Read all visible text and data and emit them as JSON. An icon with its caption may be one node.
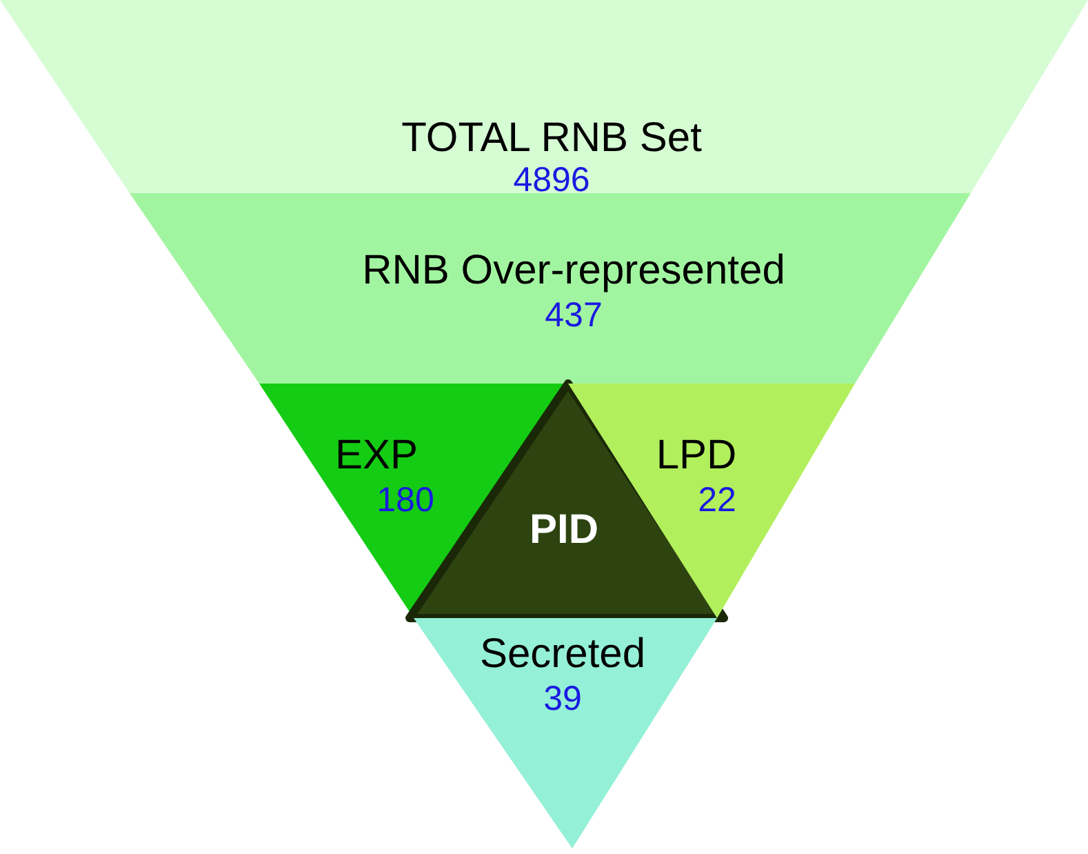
{
  "diagram": {
    "nodes": [
      {
        "text": [
          "TOTAL RNB Set",
          "4896"
        ]
      },
      {
        "text": [
          "RNB Over-represented",
          "437"
        ]
      },
      {
        "text": [
          "EXP",
          "180"
        ]
      },
      {
        "text": [
          "PID"
        ]
      },
      {
        "text": [
          "LPD",
          "22"
        ]
      },
      {
        "text": [
          "Secreted",
          "39"
        ]
      }
    ]
  }
}
